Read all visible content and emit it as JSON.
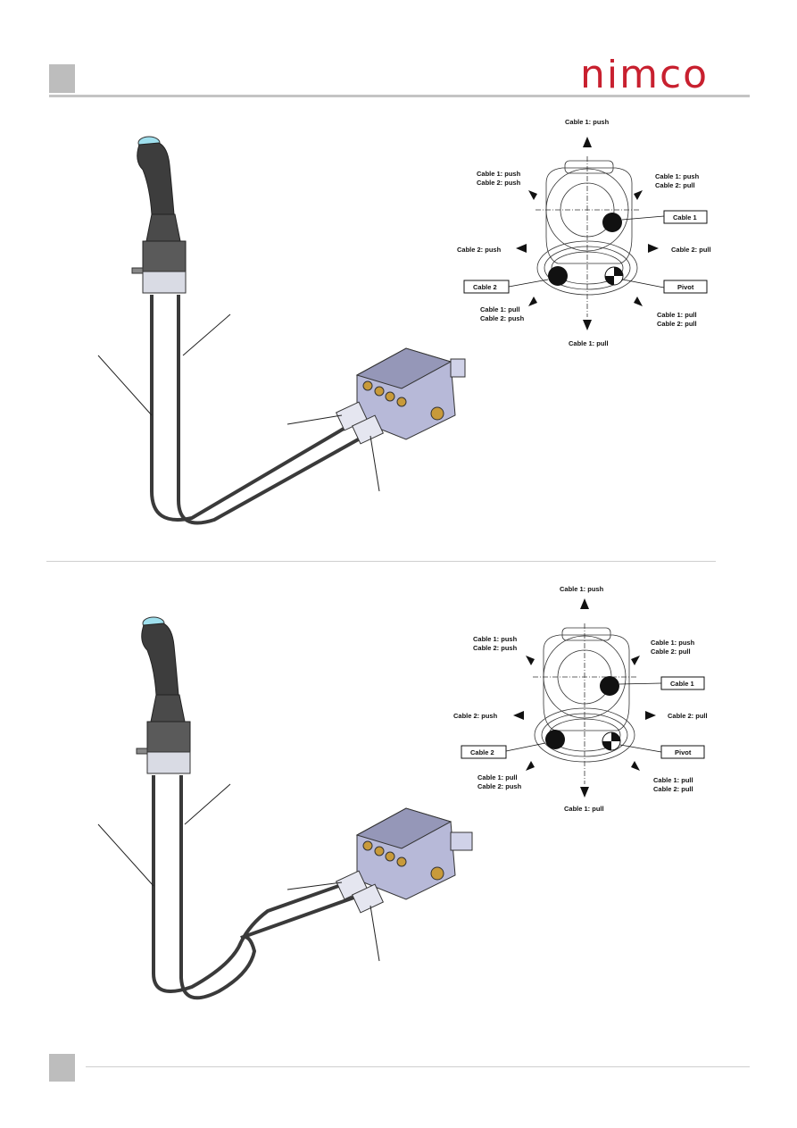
{
  "brand": {
    "logo_text": "nimco",
    "logo_color": "#c8202f"
  },
  "diagrams": [
    {
      "directions": {
        "n": "Cable 1: push",
        "ne": [
          "Cable 1: push",
          "Cable 2: pull"
        ],
        "e": "Cable 2: pull",
        "se": [
          "Cable 1: pull",
          "Cable 2: pull"
        ],
        "s": "Cable 1: pull",
        "sw": [
          "Cable 1: pull",
          "Cable 2: push"
        ],
        "w": "Cable 2: push",
        "nw": [
          "Cable 1: push",
          "Cable 2: push"
        ]
      },
      "callouts": {
        "cable1": "Cable 1",
        "cable2": "Cable 2",
        "pivot": "Pivot"
      }
    },
    {
      "directions": {
        "n": "Cable 1: push",
        "ne": [
          "Cable 1: push",
          "Cable 2: pull"
        ],
        "e": "Cable 2: pull",
        "se": [
          "Cable 1: pull",
          "Cable 2: pull"
        ],
        "s": "Cable 1: pull",
        "sw": [
          "Cable 1: pull",
          "Cable 2: push"
        ],
        "w": "Cable 2: push",
        "nw": [
          "Cable 1: push",
          "Cable 2: push"
        ]
      },
      "callouts": {
        "cable1": "Cable 1",
        "cable2": "Cable 2",
        "pivot": "Pivot"
      }
    }
  ]
}
